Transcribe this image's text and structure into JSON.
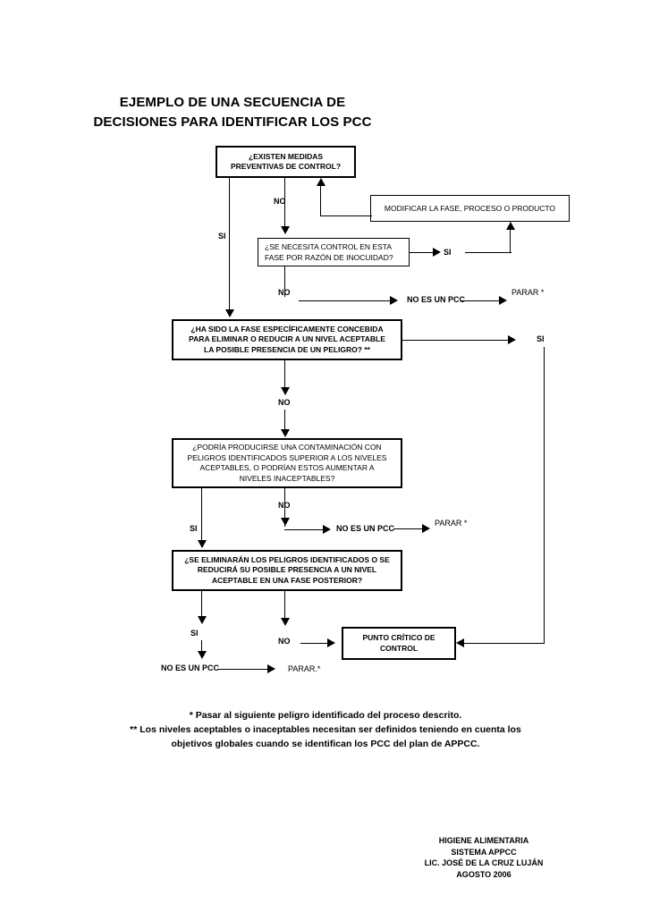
{
  "document": {
    "title_lines": [
      "EJEMPLO DE UNA SECUENCIA DE",
      "DECISIONES PARA IDENTIFICAR LOS PCC"
    ]
  },
  "chart_data": {
    "type": "diagram",
    "diagram_kind": "decision-tree-flowchart",
    "title": "EJEMPLO DE UNA SECUENCIA DE DECISIONES PARA IDENTIFICAR LOS PCC",
    "nodes": [
      {
        "id": "q1",
        "kind": "decision",
        "lines": [
          "¿EXISTEN MEDIDAS",
          "PREVENTIVAS DE CONTROL?"
        ]
      },
      {
        "id": "modify",
        "kind": "action",
        "lines": [
          "MODIFICAR LA FASE, PROCESO O PRODUCTO"
        ]
      },
      {
        "id": "q2",
        "kind": "decision",
        "lines": [
          "¿SE NECESITA CONTROL EN ESTA",
          "FASE POR RAZÓN DE INOCUIDAD?"
        ]
      },
      {
        "id": "q3",
        "kind": "decision",
        "lines": [
          "¿HA SIDO LA FASE ESPECÍFICAMENTE CONCEBIDA",
          "PARA ELIMINAR O REDUCIR A UN NIVEL ACEPTABLE",
          "LA POSIBLE PRESENCIA DE UN PELIGRO? **"
        ]
      },
      {
        "id": "q4",
        "kind": "decision",
        "lines": [
          "¿PODRÍA PRODUCIRSE UNA CONTAMINACIÓN CON",
          "PELIGROS IDENTIFICADOS SUPERIOR A LOS NIVELES",
          "ACEPTABLES, O PODRÍAN  ESTOS AUMENTAR A",
          "NIVELES INACEPTABLES?"
        ]
      },
      {
        "id": "q5",
        "kind": "decision",
        "lines": [
          "¿SE ELIMINARÁN LOS PELIGROS IDENTIFICADOS O SE",
          "REDUCIRÁ SU POSIBLE PRESENCIA A UN NIVEL",
          "ACEPTABLE EN UNA FASE POSTERIOR?"
        ]
      },
      {
        "id": "ccp",
        "kind": "terminal",
        "lines": [
          "PUNTO CRÍTICO DE",
          "CONTROL"
        ]
      }
    ],
    "edge_labels": {
      "q1_no": "NO",
      "q1_si": "SI",
      "q2_si": "SI",
      "q2_no": "NO",
      "q2_not_ccp": "NO ES UN PCC",
      "q2_stop": "PARAR *",
      "q3_si": "SI",
      "q3_no": "NO",
      "q4_si": "SI",
      "q4_no": "NO",
      "q4_not_ccp": "NO ES UN PCC",
      "q4_stop": "PARAR *",
      "q5_si": "SI",
      "q5_no": "NO",
      "q5_not_ccp": "NO ES UN PCC",
      "q5_stop": "PARAR.*"
    }
  },
  "footnotes": [
    "* Pasar al siguiente peligro identificado del proceso descrito.",
    "** Los niveles aceptables o inaceptables necesitan ser definidos teniendo en cuenta los",
    "objetivos globales cuando se identifican los PCC del plan de APPCC."
  ],
  "signature": [
    "HIGIENE ALIMENTARIA",
    "SISTEMA APPCC",
    "LIC. JOSÉ DE LA CRUZ LUJÁN",
    "AGOSTO 2006"
  ]
}
